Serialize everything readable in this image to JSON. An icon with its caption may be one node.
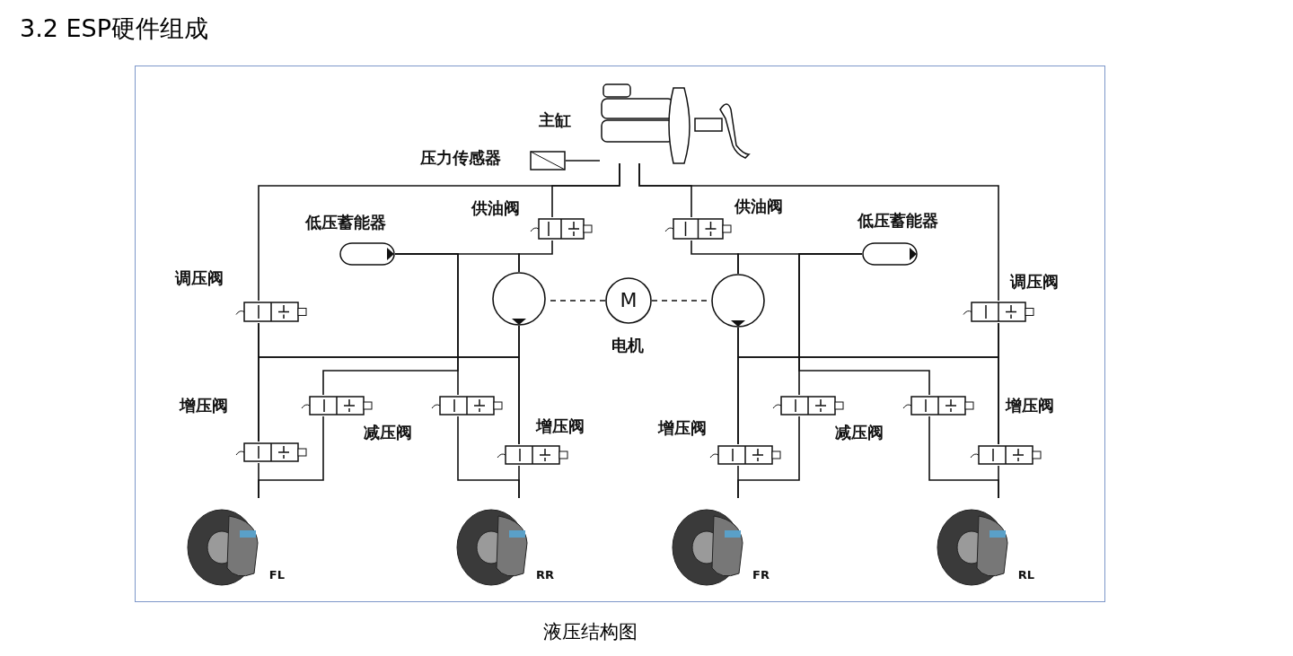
{
  "diagram": {
    "title": "3.2 ESP硬件组成",
    "caption": "液压结构图",
    "nodes": [
      {
        "text": [],
        "shape": "picture",
        "beside": [
          "主缸"
        ]
      },
      {
        "text": [],
        "shape": "box",
        "beside": [
          "压力传感器"
        ]
      },
      {
        "text": [],
        "shape": "box",
        "beside": [
          "供油阀"
        ]
      },
      {
        "text": [],
        "shape": "box",
        "beside": [
          "供油阀"
        ]
      },
      {
        "text": [],
        "shape": "cylinder",
        "beside": [
          "低压蓄能器"
        ]
      },
      {
        "text": [],
        "shape": "cylinder",
        "beside": [
          "低压蓄能器"
        ]
      },
      {
        "text": [],
        "shape": "box",
        "beside": [
          "调压阀"
        ]
      },
      {
        "text": [],
        "shape": "box",
        "beside": [
          "调压阀"
        ]
      },
      {
        "text": [],
        "shape": "circle"
      },
      {
        "text": [
          "M"
        ],
        "beside": [
          "电机"
        ]
      },
      {
        "text": [],
        "shape": "circle"
      },
      {
        "text": [],
        "shape": "box",
        "beside": [
          "增压阀"
        ]
      },
      {
        "text": [],
        "shape": "box",
        "beside": [
          "减压阀"
        ]
      },
      {
        "text": [],
        "shape": "box"
      },
      {
        "text": [],
        "shape": "box",
        "beside": [
          "增压阀"
        ]
      },
      {
        "text": [],
        "shape": "box",
        "beside": [
          "增压阀"
        ]
      },
      {
        "text": [],
        "shape": "box",
        "beside": [
          "减压阀"
        ]
      },
      {
        "text": [],
        "shape": "box"
      },
      {
        "text": [],
        "shape": "box",
        "beside": [
          "增压阀"
        ]
      },
      {
        "text": [
          "FL"
        ]
      },
      {
        "text": [
          "RR"
        ]
      },
      {
        "text": [
          "FR"
        ]
      },
      {
        "text": [
          "RL"
        ]
      }
    ],
    "edges": [
      {
        "from": 0,
        "to": 1,
        "arrow": "none"
      },
      {
        "from": 0,
        "to": 2,
        "arrow": "none"
      },
      {
        "from": 0,
        "to": 6,
        "arrow": "none"
      },
      {
        "from": 0,
        "to": 3,
        "arrow": "none"
      },
      {
        "from": 0,
        "to": 7,
        "arrow": "none"
      },
      {
        "from": 2,
        "to": 8,
        "arrow": "none"
      },
      {
        "from": 4,
        "to": 8,
        "arrow": "none"
      },
      {
        "from": 3,
        "to": 10,
        "arrow": "none"
      },
      {
        "from": 5,
        "to": 10,
        "arrow": "none"
      },
      {
        "from": 9,
        "to": 8,
        "arrow": "none",
        "style": "dashed"
      },
      {
        "from": 9,
        "to": 10,
        "arrow": "none",
        "style": "dashed"
      },
      {
        "from": 6,
        "to": 11,
        "arrow": "none"
      },
      {
        "from": 6,
        "to": 14,
        "arrow": "none"
      },
      {
        "from": 8,
        "to": 11,
        "arrow": "none"
      },
      {
        "from": 8,
        "to": 14,
        "arrow": "none"
      },
      {
        "from": 11,
        "to": 19,
        "arrow": "none"
      },
      {
        "from": 12,
        "to": 19,
        "arrow": "none"
      },
      {
        "from": 12,
        "to": 4,
        "arrow": "none"
      },
      {
        "from": 13,
        "to": 20,
        "arrow": "none"
      },
      {
        "from": 13,
        "to": 4,
        "arrow": "none"
      },
      {
        "from": 14,
        "to": 20,
        "arrow": "none"
      },
      {
        "from": 7,
        "to": 15,
        "arrow": "none"
      },
      {
        "from": 7,
        "to": 18,
        "arrow": "none"
      },
      {
        "from": 10,
        "to": 15,
        "arrow": "none"
      },
      {
        "from": 10,
        "to": 18,
        "arrow": "none"
      },
      {
        "from": 15,
        "to": 21,
        "arrow": "none"
      },
      {
        "from": 16,
        "to": 21,
        "arrow": "none"
      },
      {
        "from": 16,
        "to": 5,
        "arrow": "none"
      },
      {
        "from": 17,
        "to": 22,
        "arrow": "none"
      },
      {
        "from": 17,
        "to": 5,
        "arrow": "none"
      },
      {
        "from": 18,
        "to": 22,
        "arrow": "none"
      }
    ]
  }
}
